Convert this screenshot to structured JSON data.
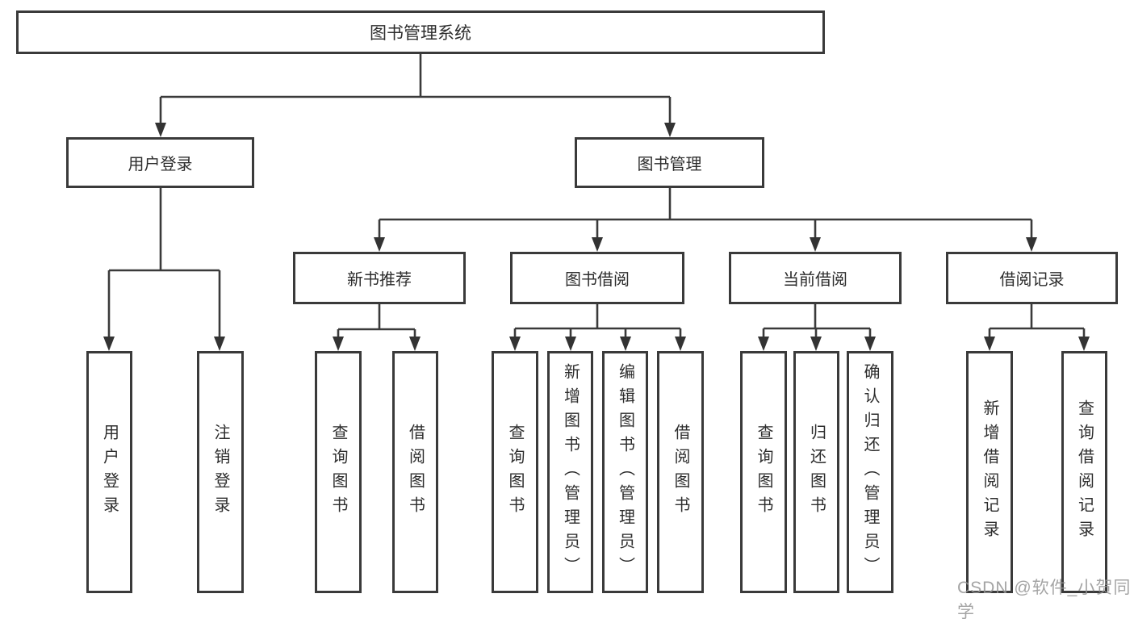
{
  "diagram": {
    "root": {
      "label": "图书管理系统"
    },
    "groups": [
      {
        "label": "用户登录",
        "children": [
          {
            "label": "用户登录"
          },
          {
            "label": "注销登录"
          }
        ]
      },
      {
        "label": "图书管理",
        "sections": [
          {
            "label": "新书推荐",
            "children": [
              {
                "label": "查询图书"
              },
              {
                "label": "借阅图书"
              }
            ]
          },
          {
            "label": "图书借阅",
            "children": [
              {
                "label": "查询图书"
              },
              {
                "label": "新增图书（管理员）"
              },
              {
                "label": "编辑图书（管理员）"
              },
              {
                "label": "借阅图书"
              }
            ]
          },
          {
            "label": "当前借阅",
            "children": [
              {
                "label": "查询图书"
              },
              {
                "label": "归还图书"
              },
              {
                "label": "确认归还（管理员）"
              }
            ]
          },
          {
            "label": "借阅记录",
            "children": [
              {
                "label": "新增借阅记录"
              },
              {
                "label": "查询借阅记录"
              }
            ]
          }
        ]
      }
    ],
    "watermark": "CSDN @软件_小贺同学",
    "colors": {
      "line": "#3a3a3a",
      "text": "#2d2d2d",
      "watermark": "#949494"
    }
  }
}
